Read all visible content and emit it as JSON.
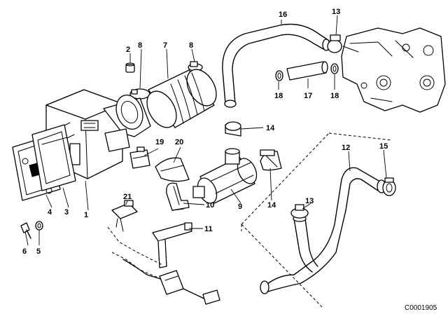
{
  "diagram": {
    "code": "C0001905",
    "callouts": {
      "c1": "1",
      "c2": "2",
      "c3": "3",
      "c4": "4",
      "c5": "5",
      "c6": "6",
      "c7": "7",
      "c8a": "8",
      "c8b": "8",
      "c9": "9",
      "c10": "10",
      "c11": "11",
      "c12": "12",
      "c13a": "13",
      "c13b": "13",
      "c14a": "14",
      "c14b": "14",
      "c15": "15",
      "c16": "16",
      "c17": "17",
      "c18a": "18",
      "c18b": "18",
      "c19": "19",
      "c20": "20",
      "c21": "21"
    }
  }
}
